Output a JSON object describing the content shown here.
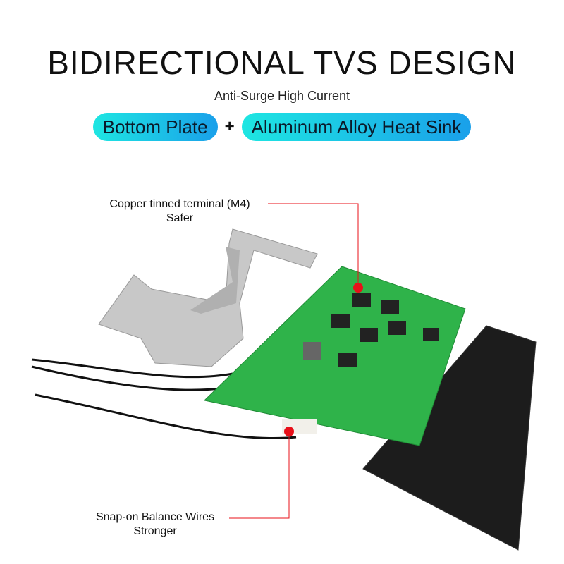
{
  "header": {
    "title": "BIDIRECTIONAL TVS DESIGN",
    "subtitle": "Anti-Surge High Current",
    "pill_left": "Bottom Plate",
    "plus": "+",
    "pill_right": "Aluminum Alloy Heat Sink"
  },
  "callouts": {
    "terminal": {
      "line1": "Copper tinned terminal (M4)",
      "line2": "Safer"
    },
    "balance": {
      "line1": "Snap-on Balance Wires",
      "line2": "Stronger"
    }
  },
  "colors": {
    "pill_start": "#1ee6e2",
    "pill_end": "#1aa0ea",
    "marker": "#e8101a",
    "pcb": "#2fb34a"
  }
}
